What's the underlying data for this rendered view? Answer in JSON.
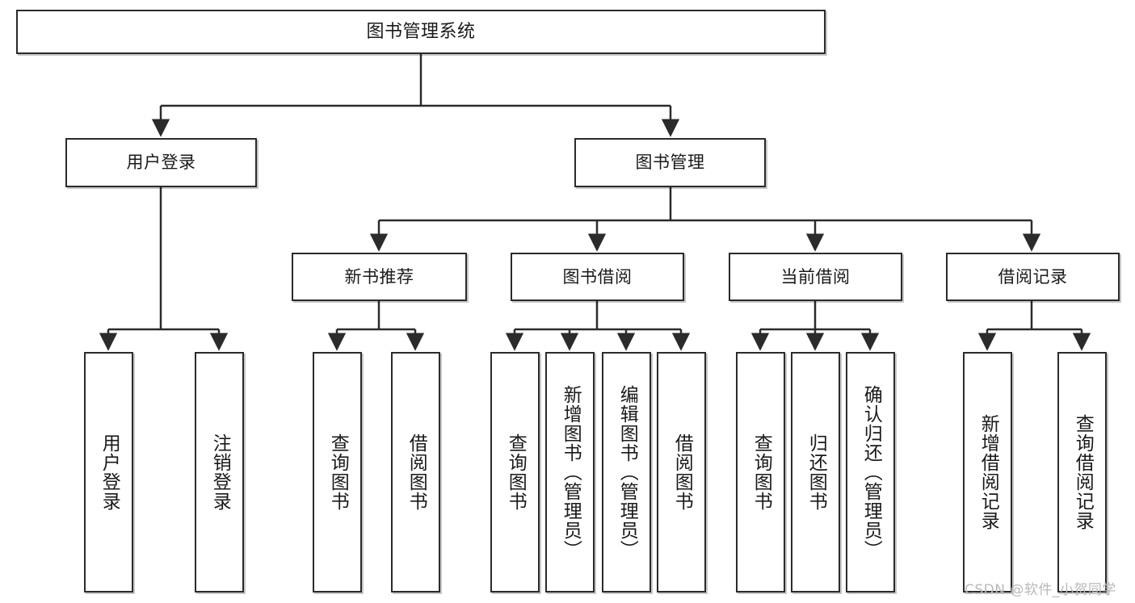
{
  "diagram": {
    "title": "图书管理系统",
    "type": "functional-structure-tree",
    "theme": {
      "background": "#ffffff",
      "box_border": "#2b2b2b",
      "box_fill": "#ffffff",
      "edge_color": "#2b2b2b",
      "text_color": "#1a1a1a",
      "watermark_color": "#b9b9b9"
    },
    "root": {
      "label": "图书管理系统"
    },
    "level2": [
      {
        "label": "用户登录"
      },
      {
        "label": "图书管理"
      }
    ],
    "level3": [
      {
        "label": "新书推荐"
      },
      {
        "label": "图书借阅"
      },
      {
        "label": "当前借阅"
      },
      {
        "label": "借阅记录"
      }
    ],
    "leaves": [
      {
        "label": "用户登录",
        "parent": "用户登录"
      },
      {
        "label": "注销登录",
        "parent": "用户登录"
      },
      {
        "label": "查询图书",
        "parent": "新书推荐"
      },
      {
        "label": "借阅图书",
        "parent": "新书推荐"
      },
      {
        "label": "查询图书",
        "parent": "图书借阅"
      },
      {
        "label": "新增图书（管理员）",
        "parent": "图书借阅"
      },
      {
        "label": "编辑图书（管理员）",
        "parent": "图书借阅"
      },
      {
        "label": "借阅图书",
        "parent": "图书借阅"
      },
      {
        "label": "查询图书",
        "parent": "当前借阅"
      },
      {
        "label": "归还图书",
        "parent": "当前借阅"
      },
      {
        "label": "确认归还（管理员）",
        "parent": "当前借阅"
      },
      {
        "label": "新增借阅记录",
        "parent": "借阅记录"
      },
      {
        "label": "查询借阅记录",
        "parent": "借阅记录"
      }
    ]
  },
  "watermark": {
    "text": "CSDN @软件_小贺同学"
  }
}
